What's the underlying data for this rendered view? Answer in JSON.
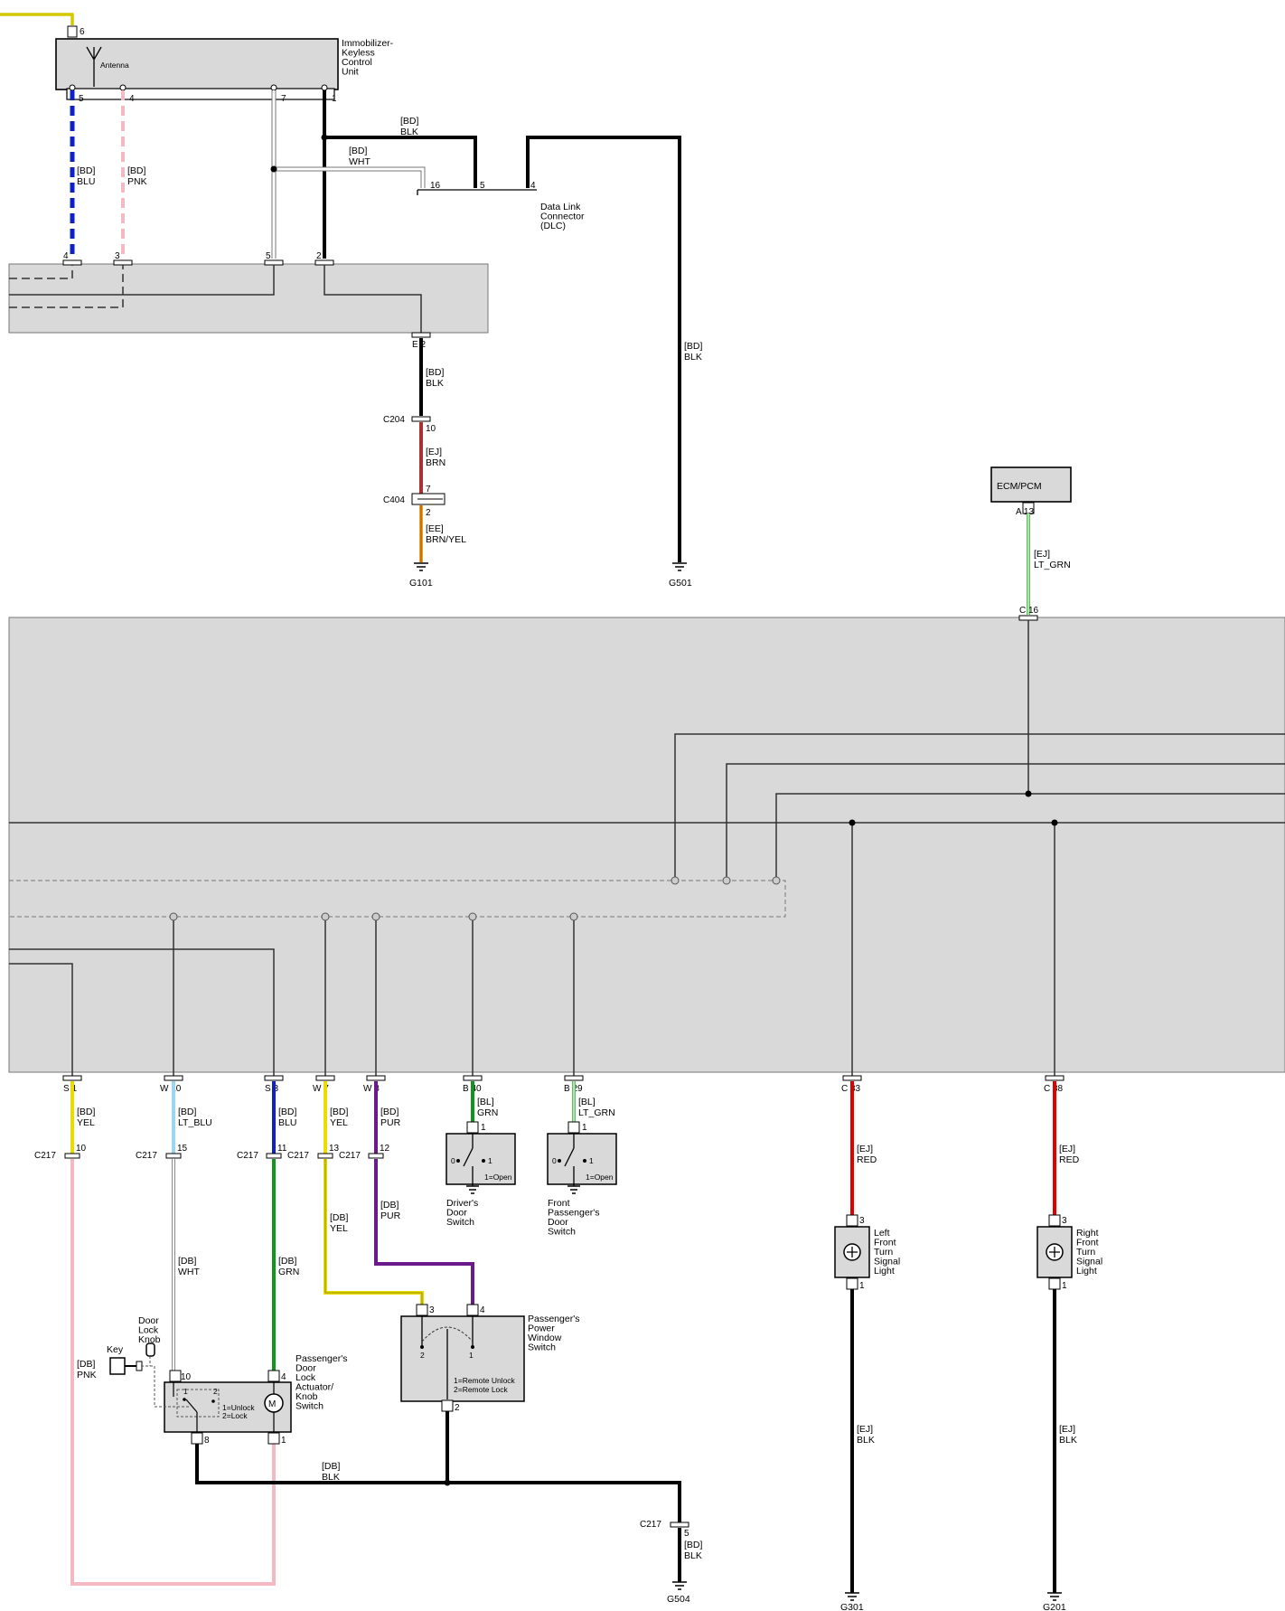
{
  "components": {
    "immobilizer": [
      "Immobilizer-",
      "Keyless",
      "Control",
      "Unit"
    ],
    "antenna": "Antenna",
    "dlc": [
      "Data Link",
      "Connector",
      "(DLC)"
    ],
    "ecm": "ECM/PCM",
    "driver_switch": [
      "Driver's",
      "Door",
      "Switch"
    ],
    "front_pass_switch": [
      "Front",
      "Passenger's",
      "Door",
      "Switch"
    ],
    "door_lock_knob": [
      "Door",
      "Lock",
      "Knob"
    ],
    "key": "Key",
    "door_lock_actuator": [
      "Passenger's",
      "Door",
      "Lock",
      "Actuator/",
      "Knob",
      "Switch"
    ],
    "power_window_switch": [
      "Passenger's",
      "Power",
      "Window",
      "Switch"
    ],
    "left_turn_light": [
      "Left",
      "Front",
      "Turn",
      "Signal",
      "Light"
    ],
    "right_turn_light": [
      "Right",
      "Front",
      "Turn",
      "Signal",
      "Light"
    ],
    "switch_legend": "1=Open",
    "lock_legend": [
      "1=Unlock",
      "2=Lock"
    ],
    "window_legend": [
      "1=Remote Unlock",
      "2=Remote Lock"
    ]
  },
  "grounds": {
    "g101": "G101",
    "g501": "G501",
    "g504": "G504",
    "g301": "G301",
    "g201": "G201"
  },
  "wires": {
    "imm_blu": [
      "[BD]",
      "BLU"
    ],
    "imm_pnk": [
      "[BD]",
      "PNK"
    ],
    "imm_blk": [
      "[BD]",
      "BLK"
    ],
    "imm_wht": [
      "[BD]",
      "WHT"
    ],
    "g501_blk": [
      "[BD]",
      "BLK"
    ],
    "e2_blk": [
      "[BD]",
      "BLK"
    ],
    "brn": [
      "[EJ]",
      "BRN"
    ],
    "brn_yel": [
      "[EE]",
      "BRN/YEL"
    ],
    "lt_grn_ecm": [
      "[EJ]",
      "LT_GRN"
    ],
    "s1_yel": [
      "[BD]",
      "YEL"
    ],
    "w10_ltblu": [
      "[BD]",
      "LT_BLU"
    ],
    "s3_blu": [
      "[BD]",
      "BLU"
    ],
    "w7_yel": [
      "[BD]",
      "YEL"
    ],
    "w8_pur": [
      "[BD]",
      "PUR"
    ],
    "b40_grn": [
      "[BL]",
      "GRN"
    ],
    "b29_ltgrn": [
      "[BL]",
      "LT_GRN"
    ],
    "c33_red": [
      "[EJ]",
      "RED"
    ],
    "c38_red": [
      "[EJ]",
      "RED"
    ],
    "db_yel": [
      "[DB]",
      "YEL"
    ],
    "db_pur": [
      "[DB]",
      "PUR"
    ],
    "db_wht": [
      "[DB]",
      "WHT"
    ],
    "db_grn": [
      "[DB]",
      "GRN"
    ],
    "db_pnk": [
      "[DB]",
      "PNK"
    ],
    "db_blk": [
      "[DB]",
      "BLK"
    ],
    "g504_blk": [
      "[BD]",
      "BLK"
    ],
    "g301_blk": [
      "[EJ]",
      "BLK"
    ],
    "g201_blk": [
      "[EJ]",
      "BLK"
    ]
  },
  "connectors": {
    "c204": "C204",
    "c404": "C404",
    "c217": "C217"
  },
  "pins": {
    "imm_6": "6",
    "imm_5": "5",
    "imm_4": "4",
    "imm_7": "7",
    "imm_1": "1",
    "dlc_16": "16",
    "dlc_5": "5",
    "dlc_4": "4",
    "m_4": "4",
    "m_3": "3",
    "m_5": "5",
    "m_2": "2",
    "e2": "E 2",
    "c204_10": "10",
    "c404_7": "7",
    "c404_2": "2",
    "ecm_a13": "A 13",
    "c16": "C 16",
    "s1": "S 1",
    "w10": "W 10",
    "s3": "S 3",
    "w7": "W 7",
    "w8": "W 8",
    "b40": "B 40",
    "b29": "B 29",
    "c33": "C 33",
    "c38": "C 38",
    "c217_10": "10",
    "c217_15": "15",
    "c217_11": "11",
    "c217_13": "13",
    "c217_12": "12",
    "sw_1": "1",
    "sw_0": "0",
    "sw_1b": "1",
    "act_10": "10",
    "act_4": "4",
    "act_8": "8",
    "act_1": "1",
    "act_n1": "1",
    "act_n2": "2",
    "pw_3": "3",
    "pw_4": "4",
    "pw_2": "2",
    "pw_in2": "2",
    "pw_in1": "1",
    "lamp_3": "3",
    "lamp_1": "1",
    "c217_5": "5"
  }
}
